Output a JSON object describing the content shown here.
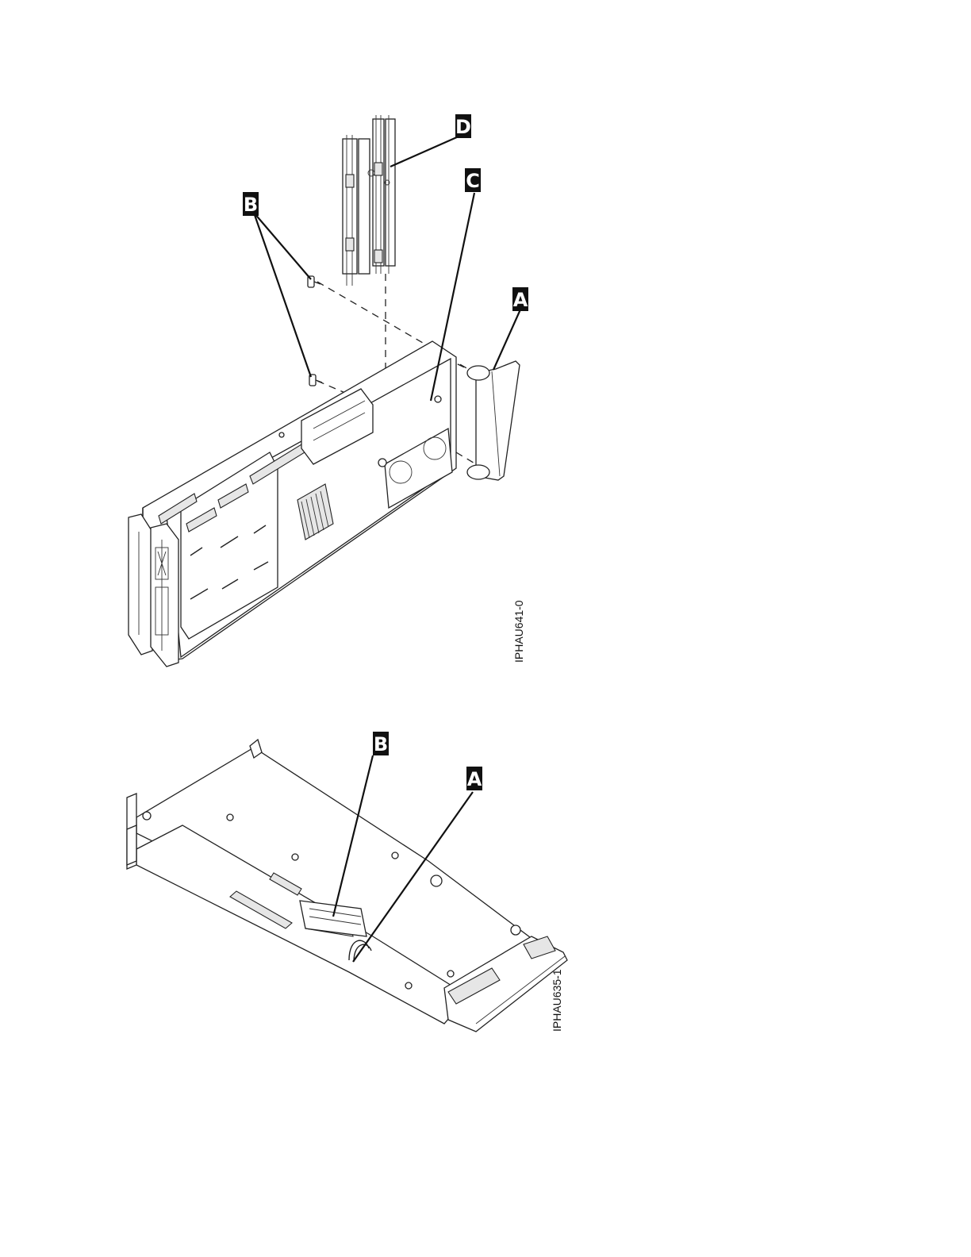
{
  "figures": [
    {
      "id_label": "IPHAU641-0",
      "callouts": [
        "A",
        "B",
        "C",
        "D"
      ]
    },
    {
      "id_label": "IPHAU635-1",
      "callouts": [
        "A",
        "B"
      ]
    }
  ]
}
